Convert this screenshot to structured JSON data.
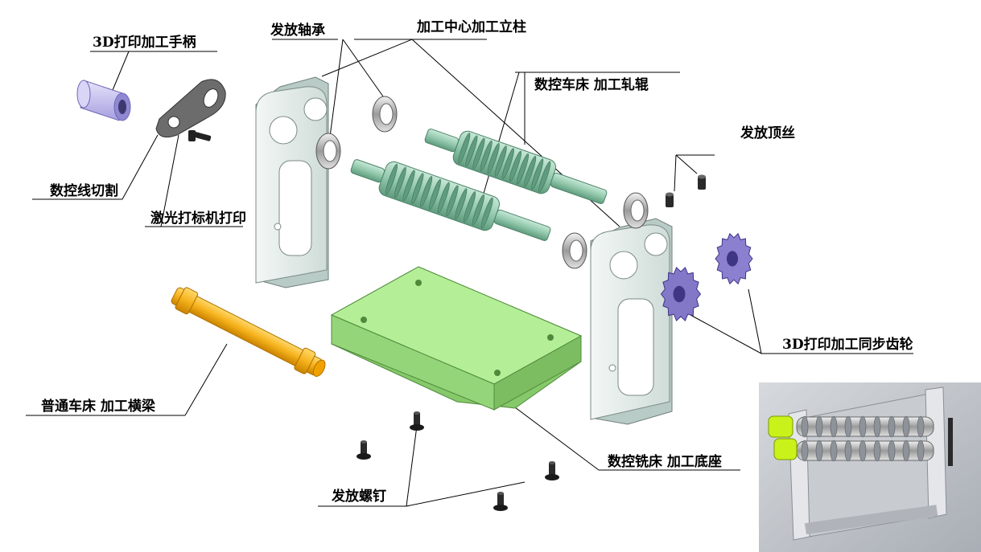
{
  "labels": {
    "handle": "3D打印加工手柄",
    "bearing": "发放轴承",
    "column": "加工中心加工立柱",
    "roller": "数控车床 加工轧辊",
    "set_screw": "发放顶丝",
    "wire_cut": "数控线切割",
    "laser": "激光打标机打印",
    "beam": "普通车床 加工横梁",
    "gear": "3D打印加工同步齿轮",
    "base": "数控铣床 加工底座",
    "screw": "发放螺钉"
  },
  "colors": {
    "frame": "#dfe9e6",
    "frame_shade": "#b9cbc6",
    "roller": "#93c9ad",
    "roller_shade": "#6fa98c",
    "base": "#a9e88b",
    "base_shade": "#86c96a",
    "beam": "#f6b21c",
    "beam_shade": "#d48c00",
    "gear": "#8b7fd0",
    "handle": "#c9c4ef",
    "plate": "#6c6c6c",
    "screw": "#2a2a2a",
    "photo_bg": "#bfc3c8",
    "photo_gear": "#c9f21a"
  }
}
